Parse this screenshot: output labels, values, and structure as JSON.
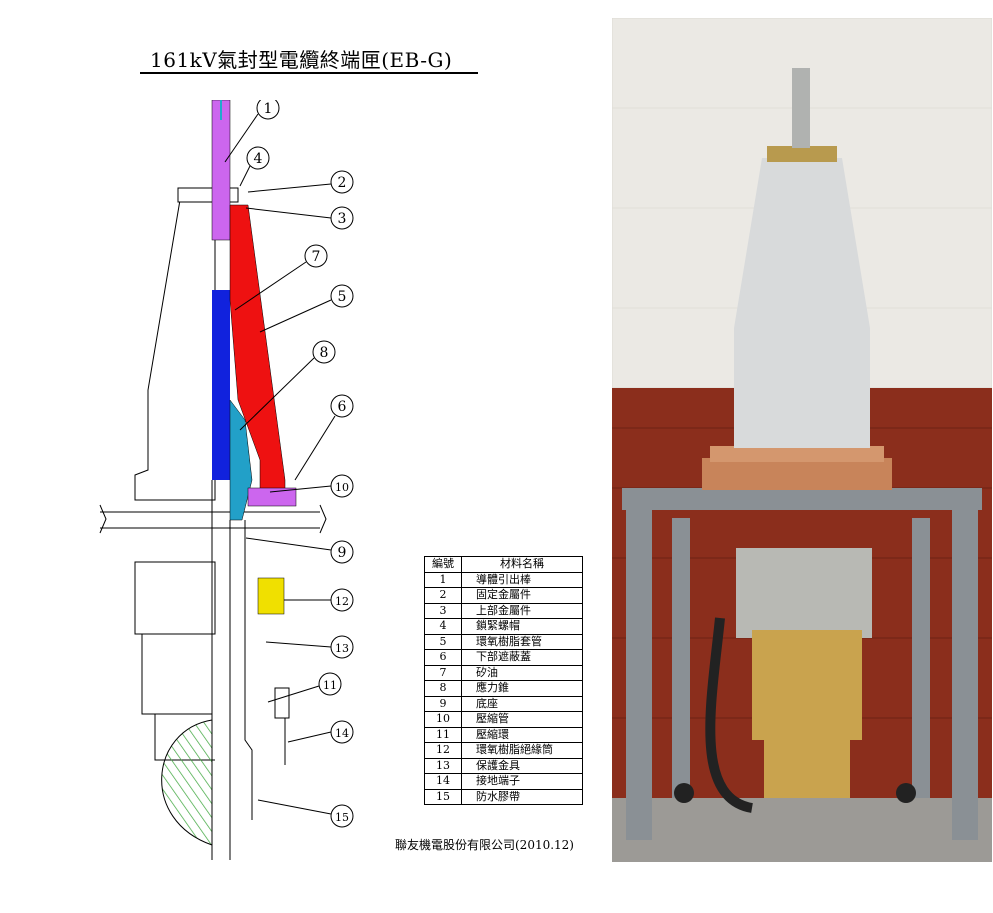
{
  "title": "161kV氣封型電纜終端匣(EB-G)",
  "company": "聯友機電股份有限公司(2010.12)",
  "table": {
    "headers": [
      "編號",
      "材料名稱"
    ],
    "rows": [
      {
        "no": "1",
        "name": "導體引出棒"
      },
      {
        "no": "2",
        "name": "固定金屬件"
      },
      {
        "no": "3",
        "name": "上部金屬件"
      },
      {
        "no": "4",
        "name": "鎖緊螺帽"
      },
      {
        "no": "5",
        "name": "環氧樹脂套管"
      },
      {
        "no": "6",
        "name": "下部遮蔽蓋"
      },
      {
        "no": "7",
        "name": "矽油"
      },
      {
        "no": "8",
        "name": "應力錐"
      },
      {
        "no": "9",
        "name": "底座"
      },
      {
        "no": "10",
        "name": "壓縮管"
      },
      {
        "no": "11",
        "name": "壓縮環"
      },
      {
        "no": "12",
        "name": "環氧樹脂絕緣筒"
      },
      {
        "no": "13",
        "name": "保護金具"
      },
      {
        "no": "14",
        "name": "接地端子"
      },
      {
        "no": "15",
        "name": "防水膠帶"
      }
    ]
  },
  "callouts": [
    "1",
    "2",
    "3",
    "4",
    "5",
    "6",
    "7",
    "8",
    "9",
    "10",
    "11",
    "12",
    "13",
    "14",
    "15"
  ],
  "colors": {
    "conductor": "#cc66ee",
    "epoxy_bushing": "#ee1111",
    "cable_core": "#1122dd",
    "stress_cone": "#22a0c8",
    "insulating_cylinder": "#f0e000",
    "hatch": "#44aa44",
    "copper": "#c8845a",
    "stand": "#8a9095",
    "porcelain": "#d8dadb",
    "wall_wood": "#8b2e1c"
  }
}
